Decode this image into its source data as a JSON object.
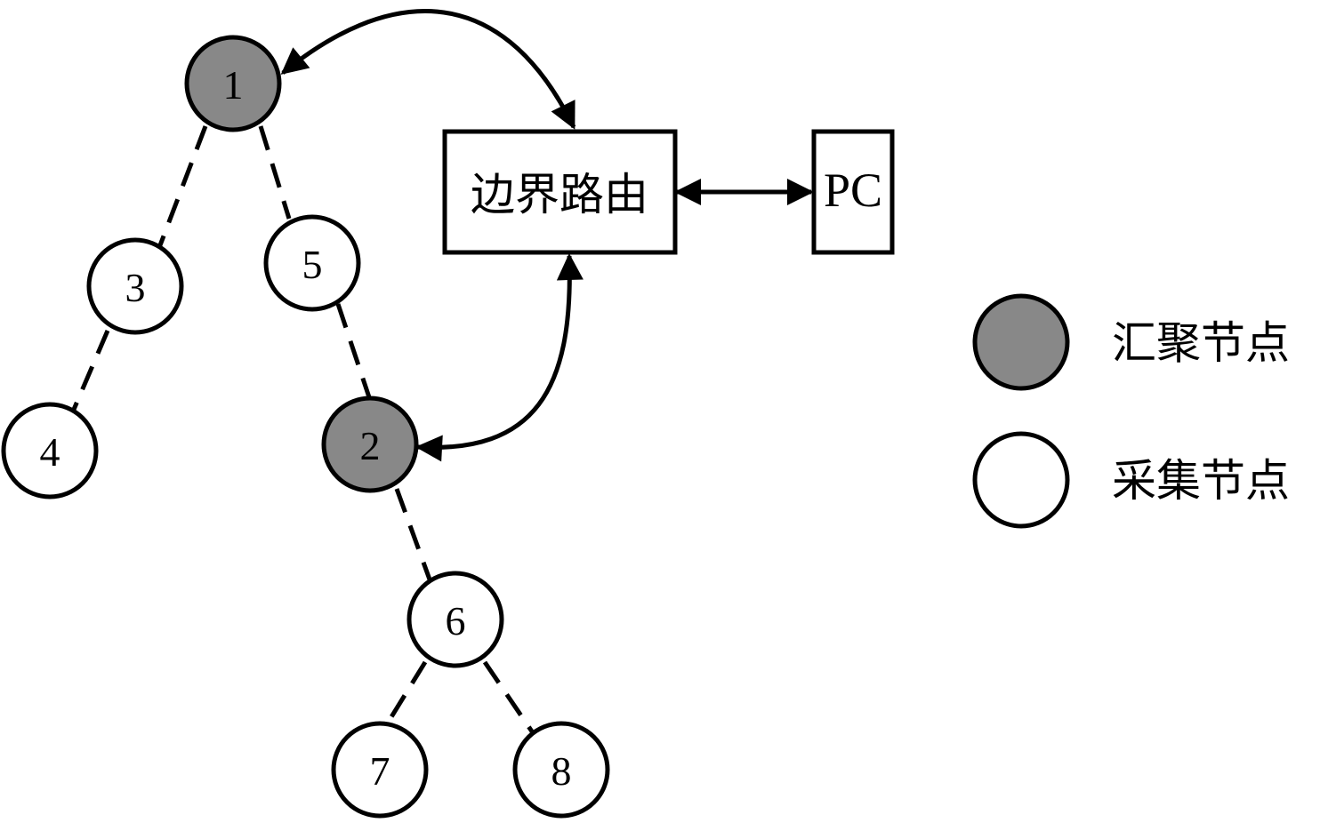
{
  "diagram": {
    "colors": {
      "sink": "#888888",
      "collector": "#ffffff",
      "stroke": "#000000"
    },
    "nodes": [
      {
        "id": "1",
        "label": "1",
        "type": "sink"
      },
      {
        "id": "2",
        "label": "2",
        "type": "sink"
      },
      {
        "id": "3",
        "label": "3",
        "type": "collector"
      },
      {
        "id": "4",
        "label": "4",
        "type": "collector"
      },
      {
        "id": "5",
        "label": "5",
        "type": "collector"
      },
      {
        "id": "6",
        "label": "6",
        "type": "collector"
      },
      {
        "id": "7",
        "label": "7",
        "type": "collector"
      },
      {
        "id": "8",
        "label": "8",
        "type": "collector"
      }
    ],
    "edges": [
      {
        "from": "1",
        "to": "3",
        "style": "dashed"
      },
      {
        "from": "1",
        "to": "5",
        "style": "dashed"
      },
      {
        "from": "3",
        "to": "4",
        "style": "dashed"
      },
      {
        "from": "5",
        "to": "2",
        "style": "dashed"
      },
      {
        "from": "2",
        "to": "6",
        "style": "dashed"
      },
      {
        "from": "6",
        "to": "7",
        "style": "dashed"
      },
      {
        "from": "6",
        "to": "8",
        "style": "dashed"
      },
      {
        "from": "1",
        "to": "border-router",
        "style": "bidirectional-arrow"
      },
      {
        "from": "2",
        "to": "border-router",
        "style": "bidirectional-arrow"
      },
      {
        "from": "border-router",
        "to": "pc",
        "style": "bidirectional-arrow"
      }
    ],
    "boxes": {
      "border_router": "边界路由",
      "pc": "PC"
    },
    "legend": [
      {
        "type": "sink",
        "label": "汇聚节点"
      },
      {
        "type": "collector",
        "label": "采集节点"
      }
    ]
  }
}
